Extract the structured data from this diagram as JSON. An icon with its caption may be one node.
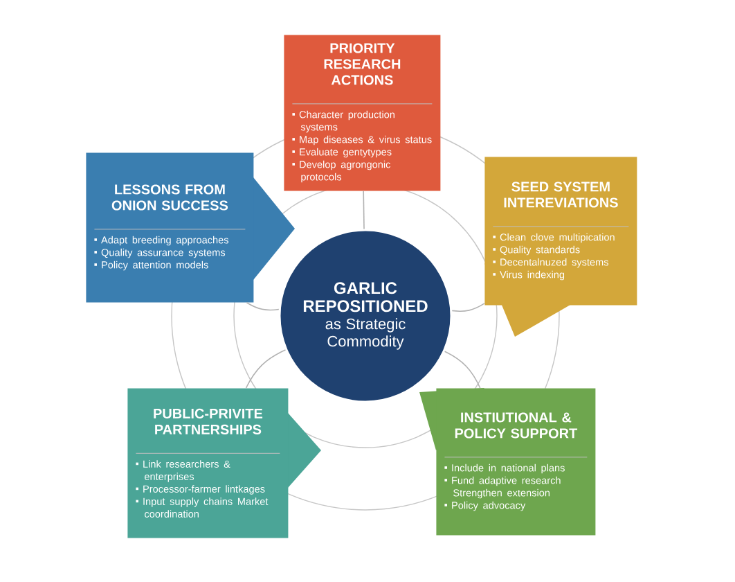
{
  "diagram": {
    "nodes": [
      {
        "text": [
          "GARLIC REPOSITIONED",
          "as Strategic Commodity"
        ]
      },
      {
        "text": [
          "PRIORITY RESEARCH ACTIONS",
          "Character production systems",
          "Map diseases & virus status",
          "Evaluate gentytypes",
          "Develop agrongonic protocols"
        ]
      },
      {
        "text": [
          "LESSONS FROM ONION SUCCESS",
          "Adapt breeding approaches",
          "Quality assurance systems",
          "Policy attention models"
        ]
      },
      {
        "text": [
          "SEED SYSTEM INTEREVIATIONS",
          "Clean clove multipication",
          "Quality standards",
          "Decentalnuzed systems",
          "Virus indexing"
        ]
      },
      {
        "text": [
          "PUBLIC-PRIVITE PARTNERSHIPS",
          "Link researchers & enterprises",
          "Processor-farmer lintkages",
          "Input supply chains Market coordination"
        ]
      },
      {
        "text": [
          "INSTIUTIONAL & POLICY SUPPORT",
          "Include in national plans",
          "Fund adaptive research Strengthen extension",
          "Policy advocacy"
        ]
      }
    ],
    "edges": [
      {
        "from": 1,
        "to": 0,
        "arrow": "none"
      },
      {
        "from": 2,
        "to": 0,
        "arrow": "none"
      },
      {
        "from": 3,
        "to": 0,
        "arrow": "none"
      },
      {
        "from": 4,
        "to": 0,
        "arrow": "none"
      },
      {
        "from": 5,
        "to": 0,
        "arrow": "none"
      }
    ]
  }
}
